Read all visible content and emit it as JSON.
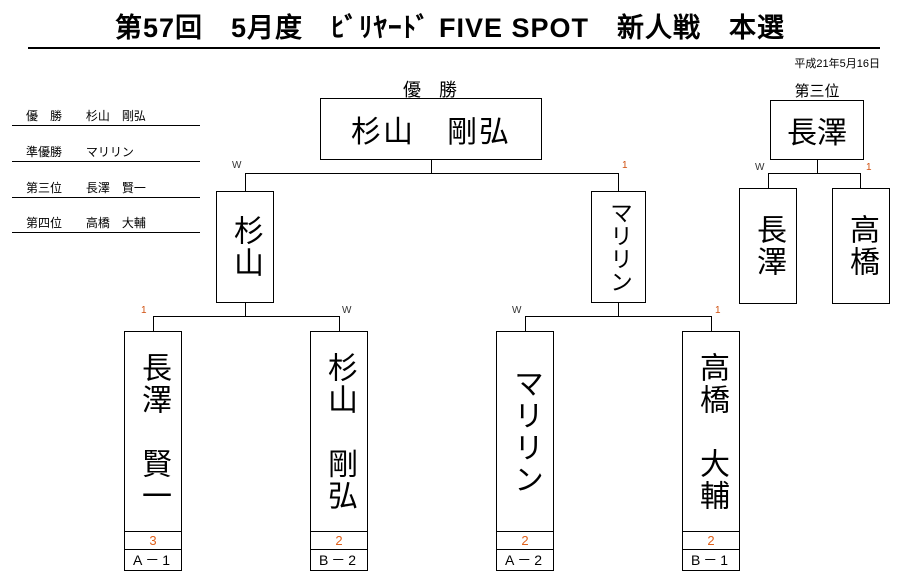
{
  "title": "第57回　5月度　ﾋﾞﾘﾔｰﾄﾞ FIVE SPOT　新人戦　本選",
  "date": "平成21年5月16日",
  "champion_label": "優　勝",
  "champion_name": "杉山　剛弘",
  "third_label": "第三位",
  "third_name": "長澤",
  "results": [
    {
      "rank": "優　勝",
      "name": "杉山　剛弘"
    },
    {
      "rank": "準優勝",
      "name": "マリリン"
    },
    {
      "rank": "第三位",
      "name": "長澤　賢一"
    },
    {
      "rank": "第四位",
      "name": "高橋　大輔"
    }
  ],
  "semifinal": {
    "left_name": "杉山",
    "right_name": "マリリン",
    "left_mark": "W",
    "right_mark": "1"
  },
  "third_match": {
    "left_name": "長澤",
    "right_name": "高橋",
    "left_mark": "W",
    "right_mark": "1"
  },
  "first_round": [
    {
      "name": "長澤　賢一",
      "mark": "1",
      "score": "3",
      "slot": "A－1"
    },
    {
      "name": "杉山　剛弘",
      "mark": "W",
      "score": "2",
      "slot": "B－2"
    },
    {
      "name": "マリリン",
      "mark": "W",
      "score": "2",
      "slot": "A－2"
    },
    {
      "name": "高橋　大輔",
      "mark": "1",
      "score": "2",
      "slot": "B－1"
    }
  ]
}
